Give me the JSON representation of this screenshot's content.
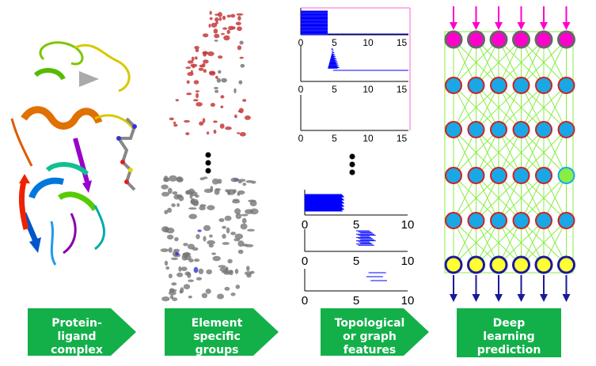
{
  "panels": {
    "protein": {
      "label_lines": [
        "Protein-",
        "ligand",
        "complex"
      ]
    },
    "groups": {
      "label_lines": [
        "Element",
        "specific",
        "groups"
      ]
    },
    "features": {
      "label_lines": [
        "Topological",
        "or graph",
        "features"
      ]
    },
    "deep": {
      "label_lines": [
        "Deep",
        "learning",
        "prediction"
      ]
    }
  },
  "barcode_top": {
    "ticks": [
      "0",
      "5",
      "10",
      "15"
    ],
    "xlim": [
      0,
      16
    ]
  },
  "barcode_bottom": {
    "ticks": [
      "0",
      "5",
      "10"
    ],
    "xlim": [
      0,
      10
    ]
  },
  "network": {
    "columns": 6,
    "input_color": "#ff00cc",
    "hidden_color": "#1aa7e6",
    "output_color": "#ffff33",
    "edge_color": "#88ee44"
  },
  "colors": {
    "arrow_box": "#13b04a",
    "red_atoms": "#c43a3a",
    "gray_atoms": "#777777",
    "blue_atoms": "#3333cc",
    "barcode_blue": "#0000ff"
  }
}
